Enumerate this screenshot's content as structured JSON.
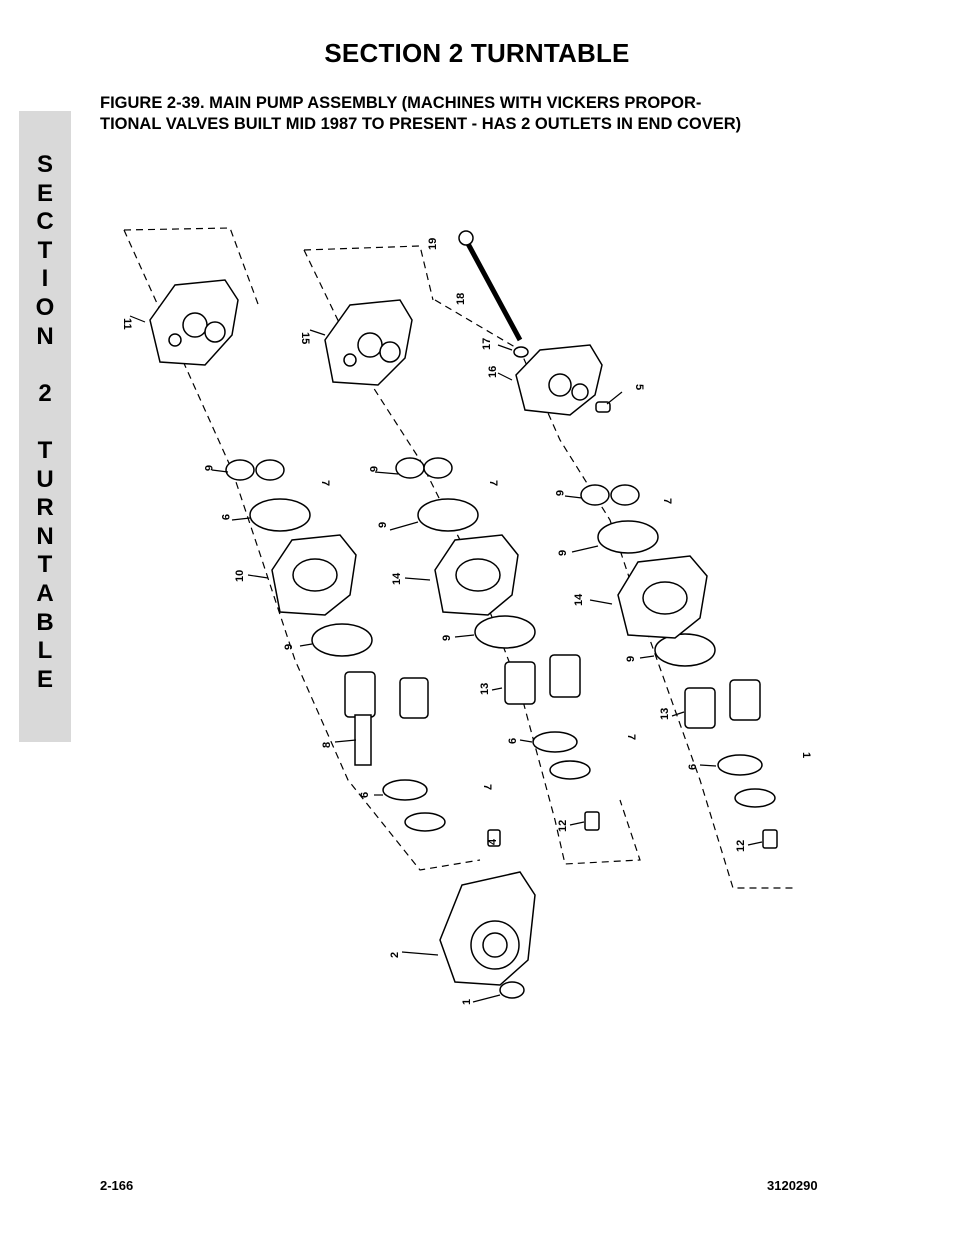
{
  "header": {
    "section_title": "SECTION 2  TURNTABLE",
    "figure_caption_line1": "FIGURE 2-39.  MAIN PUMP ASSEMBLY (MACHINES WITH VICKERS PROPOR-",
    "figure_caption_line2": "TIONAL VALVES BUILT MID 1987 TO PRESENT - HAS 2 OUTLETS IN END COVER)"
  },
  "side_tab": {
    "letters": [
      "S",
      "E",
      "C",
      "T",
      "I",
      "O",
      "N",
      " ",
      "2",
      " ",
      "T",
      "U",
      "R",
      "N",
      "T",
      "A",
      "B",
      "L",
      "E"
    ]
  },
  "diagram": {
    "callouts": {
      "c1a": "1",
      "c2": "2",
      "c4": "4",
      "c5": "5",
      "c6a": "6",
      "c6b": "6",
      "c6c": "6",
      "c6d": "6",
      "c6e": "6",
      "c6f": "6",
      "c7a": "7",
      "c7b": "7",
      "c7c": "7",
      "c7d": "7",
      "c7e": "7",
      "c1b": "1",
      "c8": "8",
      "c9a": "9",
      "c9b": "9",
      "c9c": "9",
      "c9d": "9",
      "c9e": "9",
      "c9f": "9",
      "c10": "10",
      "c11": "11",
      "c12a": "12",
      "c12b": "12",
      "c13a": "13",
      "c13b": "13",
      "c14a": "14",
      "c14b": "14",
      "c15": "15",
      "c16": "16",
      "c17": "17",
      "c18": "18",
      "c19": "19"
    }
  },
  "footer": {
    "page_number": "2-166",
    "doc_number": "3120290"
  }
}
